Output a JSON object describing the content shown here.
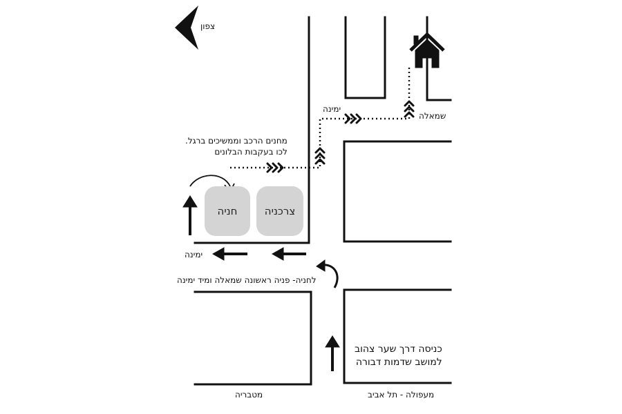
{
  "compass": {
    "north_label": "צפון",
    "icon": "north-arrow-icon"
  },
  "destination": {
    "icon": "house-icon"
  },
  "parking": {
    "haniya_label": "חניה",
    "tzarchaniya_label": "צרכניה"
  },
  "labels": {
    "walk_note_line1": "מחנים הרכב וממשיכים ברגל.",
    "walk_note_line2": "לכו בעקבות הבלונים",
    "right_upper": "ימינה",
    "left_upper": "שמאלה",
    "right_lower": "ימינה",
    "turn_note": "לחניה- פניה ראשונה שמאלה ומיד ימינה",
    "entrance_line1": "כניסה דרך שער צהוב",
    "entrance_line2": "למושב שדמות דבורה",
    "road_left": "מטבריה",
    "road_right": "מעפולה - תל אביב"
  },
  "colors": {
    "ink": "#111111",
    "lot_fill": "#d4d4d4",
    "background": "#ffffff"
  }
}
